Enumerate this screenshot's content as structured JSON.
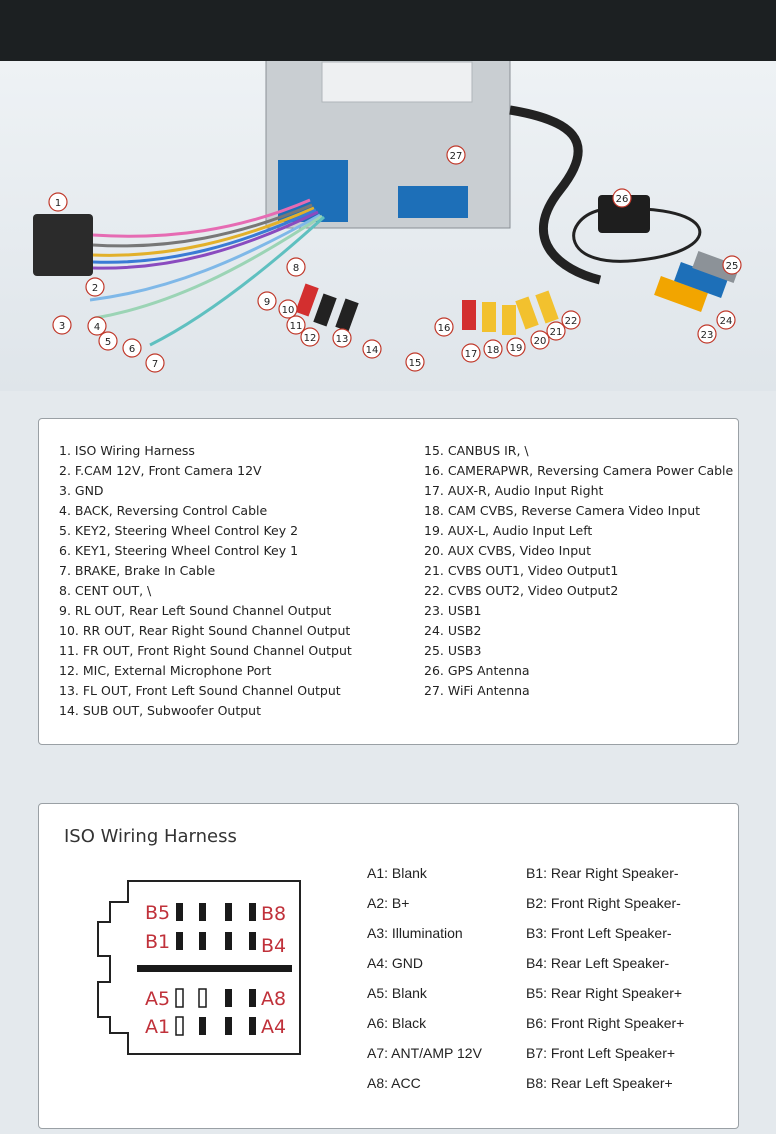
{
  "photo": {
    "callouts": [
      "1",
      "2",
      "3",
      "4",
      "5",
      "6",
      "7",
      "8",
      "9",
      "10",
      "11",
      "12",
      "13",
      "14",
      "15",
      "16",
      "17",
      "18",
      "19",
      "20",
      "21",
      "22",
      "23",
      "24",
      "25",
      "26",
      "27"
    ]
  },
  "legend": {
    "left": [
      "1. ISO Wiring Harness",
      "2. F.CAM 12V, Front Camera 12V",
      "3. GND",
      "4. BACK, Reversing Control Cable",
      "5. KEY2, Steering Wheel Control Key 2",
      "6. KEY1, Steering Wheel Control Key 1",
      "7. BRAKE, Brake In Cable",
      "8. CENT OUT, \\",
      "9. RL OUT, Rear Left Sound Channel Output",
      "10. RR OUT, Rear Right Sound Channel Output",
      "11. FR OUT, Front Right Sound Channel Output",
      "12. MIC, External Microphone Port",
      "13. FL OUT, Front Left Sound Channel Output",
      "14. SUB OUT, Subwoofer Output"
    ],
    "right": [
      "15. CANBUS IR, \\",
      "16. CAMERAPWR, Reversing Camera Power Cable",
      "17. AUX-R, Audio Input Right",
      "18. CAM CVBS, Reverse Camera Video Input",
      "19. AUX-L, Audio Input Left",
      "20. AUX CVBS, Video Input",
      "21. CVBS OUT1, Video Output1",
      "22. CVBS OUT2, Video Output2",
      "23. USB1",
      "24. USB2",
      "25. USB3",
      "26. GPS Antenna",
      "27. WiFi Antenna"
    ]
  },
  "iso": {
    "title": "ISO Wiring Harness",
    "connector_labels": {
      "b5": "B5",
      "b1": "B1",
      "b8": "B8",
      "b4": "B4",
      "a5": "A5",
      "a1": "A1",
      "a8": "A8",
      "a4": "A4"
    },
    "a_pins": [
      "A1: Blank",
      "A2: B+",
      "A3: Illumination",
      "A4: GND",
      "A5: Blank",
      "A6: Black",
      "A7: ANT/AMP 12V",
      "A8: ACC"
    ],
    "b_pins": [
      "B1: Rear Right Speaker-",
      "B2: Front Right Speaker-",
      "B3: Front Left Speaker-",
      "B4: Rear Left Speaker-",
      "B5: Rear Right Speaker+",
      "B6: Front Right Speaker+",
      "B7: Front Left Speaker+",
      "B8: Rear Left Speaker+"
    ]
  },
  "colors": {
    "callout_ring": "#c0392b",
    "pin_label": "#c0313a",
    "topbar": "#1c2022"
  }
}
